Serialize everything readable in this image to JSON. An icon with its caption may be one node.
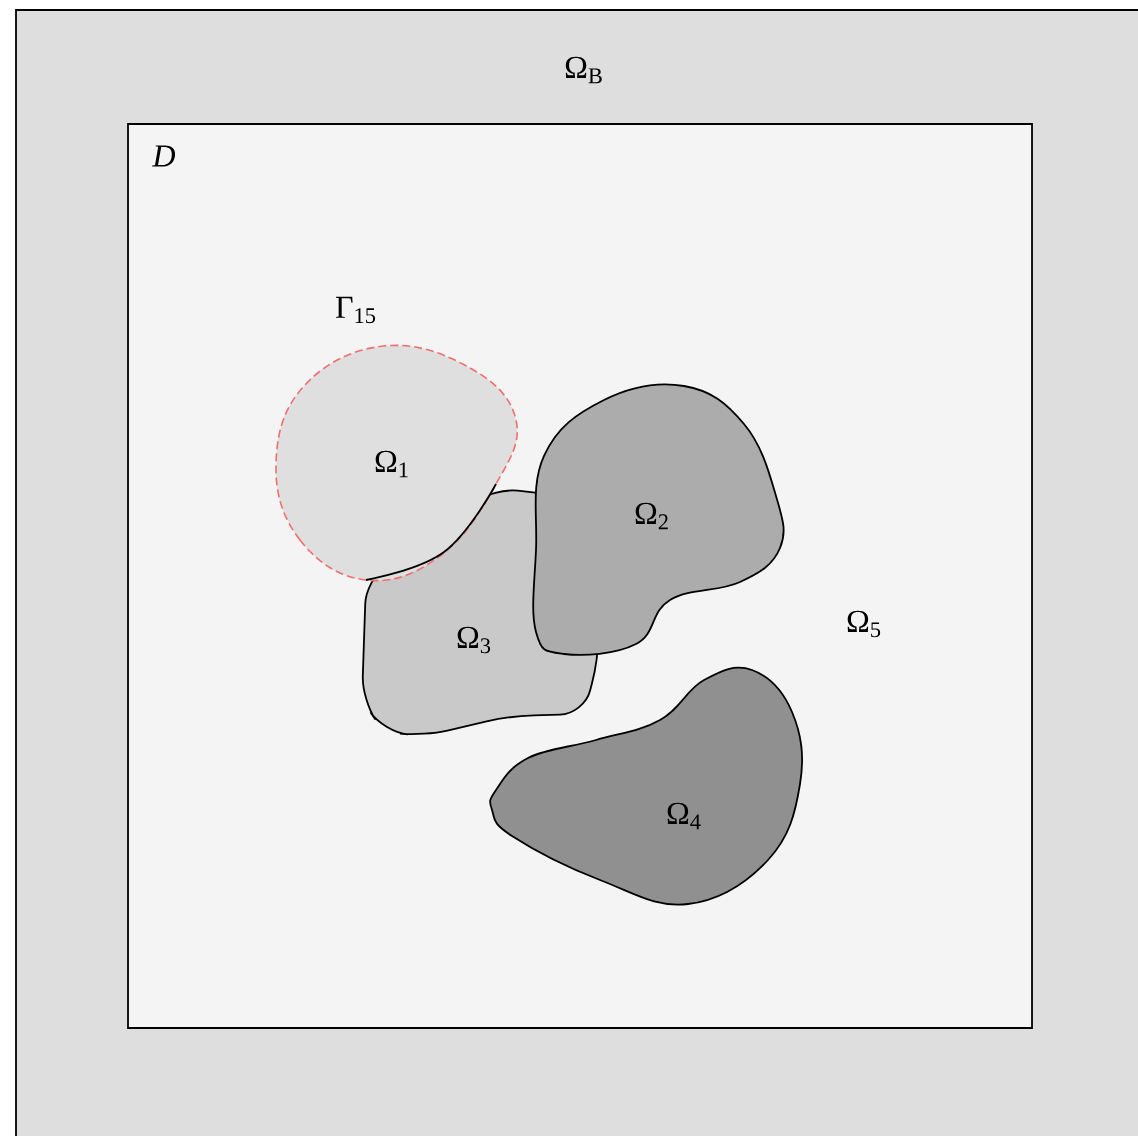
{
  "diagram": {
    "nodes": [
      {
        "text": [
          "Ω$_{B}$"
        ]
      },
      {
        "text": [
          "D",
          "Ω$_{5}$"
        ],
        "in": 0
      },
      {
        "text": [
          "Ω$_{1}$"
        ],
        "beside": [
          "Γ$_{15}$"
        ],
        "in": 1
      },
      {
        "text": [
          "Ω$_{2}$"
        ],
        "in": 1
      },
      {
        "text": [
          "Ω$_{3}$"
        ],
        "in": 1
      },
      {
        "text": [
          "Ω$_{4}$"
        ],
        "in": 1
      }
    ]
  }
}
